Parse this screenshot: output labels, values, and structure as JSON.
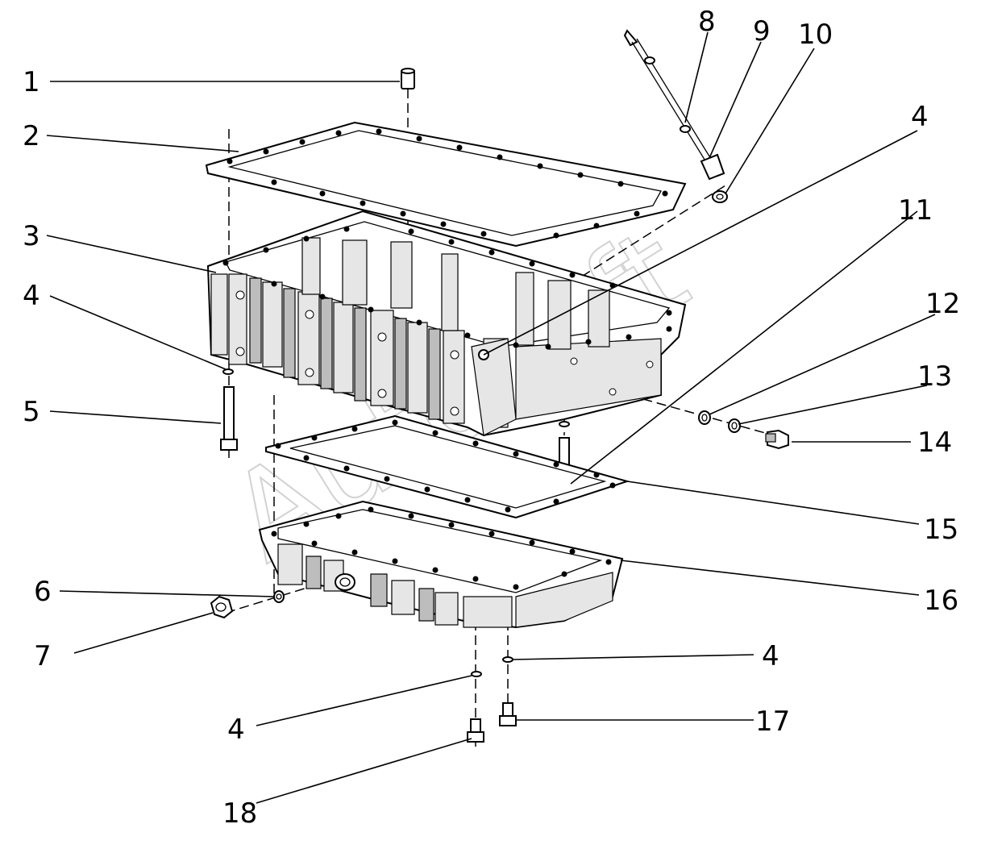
{
  "watermark": "Autosoft",
  "callouts": [
    {
      "id": "c1",
      "label": "1"
    },
    {
      "id": "c2",
      "label": "2"
    },
    {
      "id": "c3",
      "label": "3"
    },
    {
      "id": "c4a",
      "label": "4"
    },
    {
      "id": "c4b",
      "label": "4"
    },
    {
      "id": "c4c",
      "label": "4"
    },
    {
      "id": "c4d",
      "label": "4"
    },
    {
      "id": "c5",
      "label": "5"
    },
    {
      "id": "c6",
      "label": "6"
    },
    {
      "id": "c7",
      "label": "7"
    },
    {
      "id": "c8",
      "label": "8"
    },
    {
      "id": "c9",
      "label": "9"
    },
    {
      "id": "c10",
      "label": "10"
    },
    {
      "id": "c11",
      "label": "11"
    },
    {
      "id": "c12",
      "label": "12"
    },
    {
      "id": "c13",
      "label": "13"
    },
    {
      "id": "c14",
      "label": "14"
    },
    {
      "id": "c15",
      "label": "15"
    },
    {
      "id": "c16",
      "label": "16"
    },
    {
      "id": "c17",
      "label": "17"
    },
    {
      "id": "c18",
      "label": "18"
    }
  ]
}
